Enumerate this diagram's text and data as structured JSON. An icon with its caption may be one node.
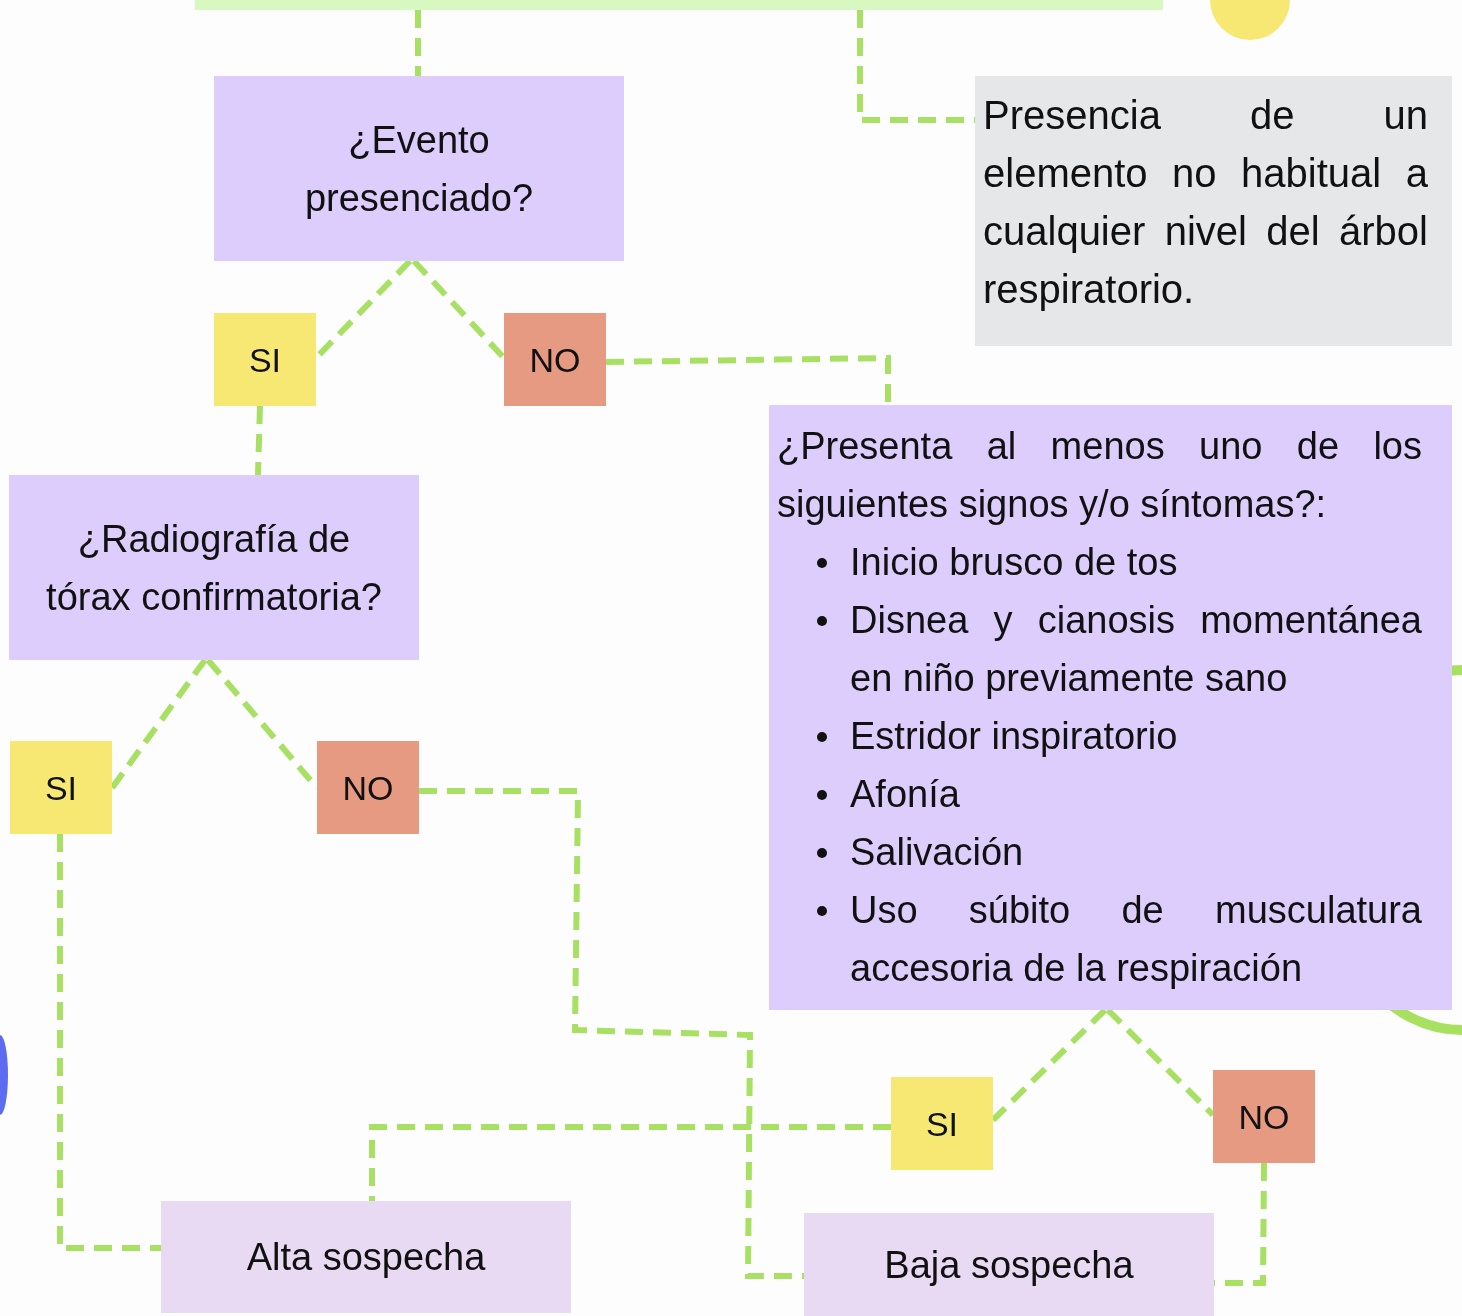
{
  "diagram": {
    "nodes": [
      {
        "text": [],
        "shape": "bar"
      },
      {
        "text": [
          "¿Evento presenciado?"
        ]
      },
      {
        "text": [
          "Presencia de un elemento no habitual a cualquier nivel del árbol respiratorio."
        ]
      },
      {
        "text": [
          "SI"
        ]
      },
      {
        "text": [
          "NO"
        ]
      },
      {
        "text": [
          "¿Radiografía de tórax confirmatoria?"
        ]
      },
      {
        "text": [
          "¿Presenta al menos uno de los siguientes signos y/o síntomas?:",
          "Inicio brusco de tos",
          "Disnea y cianosis momentánea en niño previamente sano",
          "Estridor inspiratorio",
          "Afonía",
          "Salivación",
          "Uso súbito de musculatura accesoria de la respiración"
        ]
      },
      {
        "text": [
          "SI"
        ]
      },
      {
        "text": [
          "NO"
        ]
      },
      {
        "text": [
          "SI"
        ]
      },
      {
        "text": [
          "NO"
        ]
      },
      {
        "text": [
          "Alta sospecha"
        ]
      },
      {
        "text": [
          "Baja sospecha"
        ]
      }
    ],
    "edges": [
      {
        "from": 0,
        "to": 1,
        "arrow": "none"
      },
      {
        "from": 0,
        "to": 2,
        "arrow": "none"
      },
      {
        "from": 1,
        "to": 3,
        "arrow": "none"
      },
      {
        "from": 1,
        "to": 4,
        "arrow": "none"
      },
      {
        "from": 3,
        "to": 5,
        "arrow": "none"
      },
      {
        "from": 4,
        "to": 6,
        "arrow": "none"
      },
      {
        "from": 5,
        "to": 7,
        "arrow": "none"
      },
      {
        "from": 5,
        "to": 8,
        "arrow": "none"
      },
      {
        "from": 7,
        "to": 11,
        "arrow": "none"
      },
      {
        "from": 8,
        "to": 12,
        "arrow": "none"
      },
      {
        "from": 6,
        "to": 9,
        "arrow": "none"
      },
      {
        "from": 6,
        "to": 10,
        "arrow": "none"
      },
      {
        "from": 9,
        "to": 11,
        "arrow": "none"
      },
      {
        "from": 10,
        "to": 12,
        "arrow": "none"
      }
    ]
  }
}
